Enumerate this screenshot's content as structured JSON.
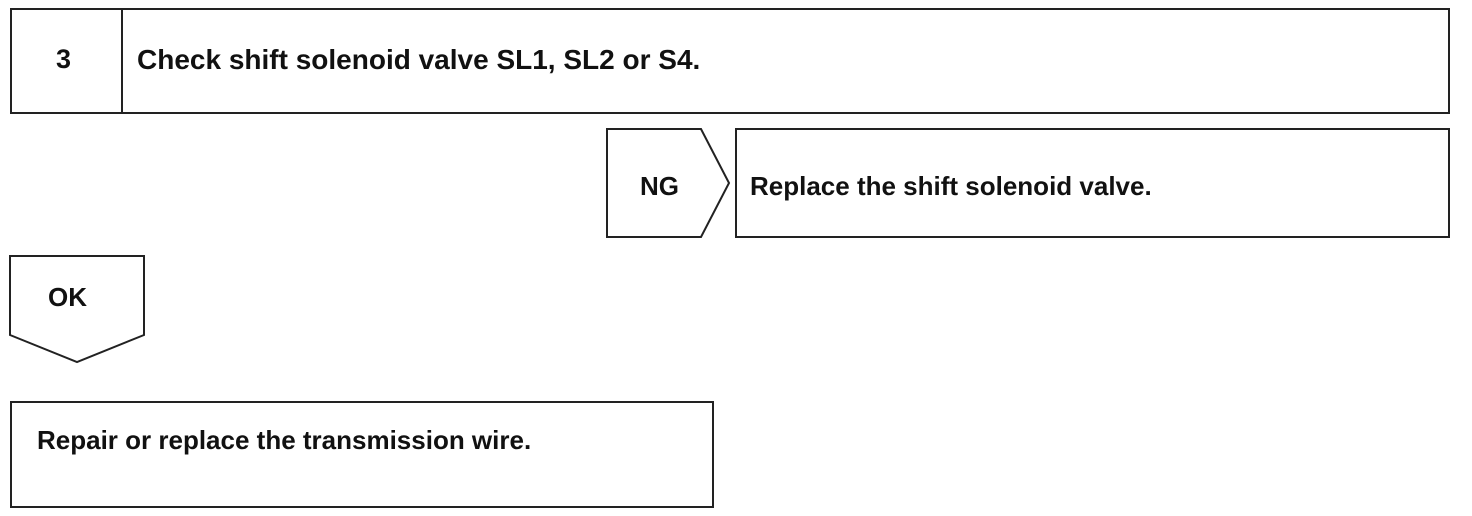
{
  "step": {
    "number": "3",
    "title": "Check shift solenoid valve SL1, SL2 or S4."
  },
  "ng_branch": {
    "label": "NG",
    "action": "Replace the shift solenoid valve."
  },
  "ok_branch": {
    "label": "OK",
    "action": "Repair or replace the transmission wire."
  }
}
